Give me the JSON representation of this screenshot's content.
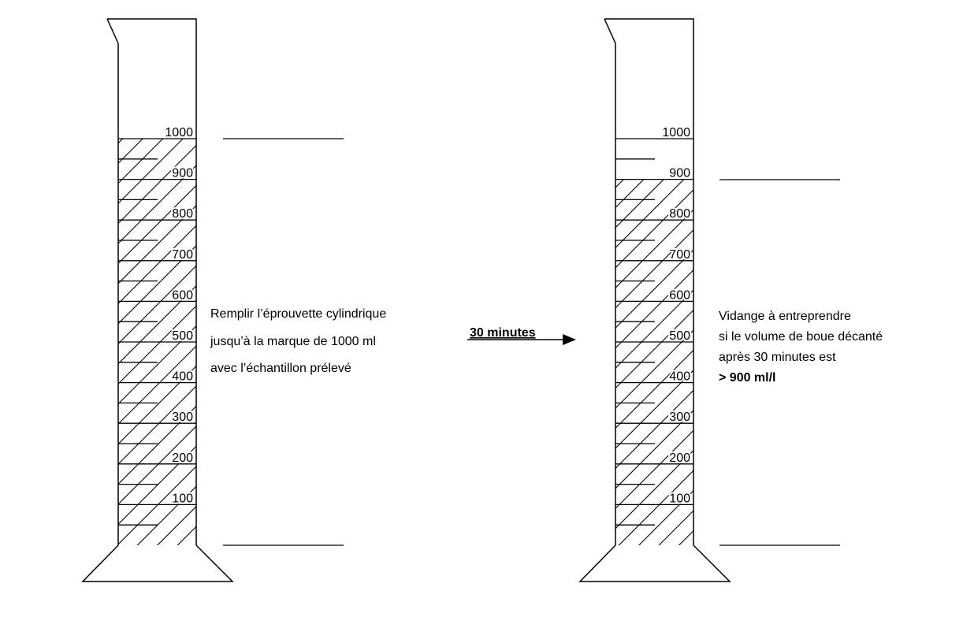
{
  "scale_labels": [
    "1000",
    "900",
    "800",
    "700",
    "600",
    "500",
    "400",
    "300",
    "200",
    "100"
  ],
  "left_cylinder": {
    "fill_level_ml": 1000,
    "description_lines": [
      "Remplir l’éprouvette cylindrique",
      "jusqu’à la marque de 1000 ml",
      "avec l’échantillon prélevé"
    ]
  },
  "arrow": {
    "label": "30 minutes"
  },
  "right_cylinder": {
    "fill_level_ml": 900,
    "description_lines": [
      "Vidange à entreprendre",
      "si le volume de boue décanté",
      "après 30 minutes est"
    ],
    "threshold": "> 900 ml/l"
  }
}
